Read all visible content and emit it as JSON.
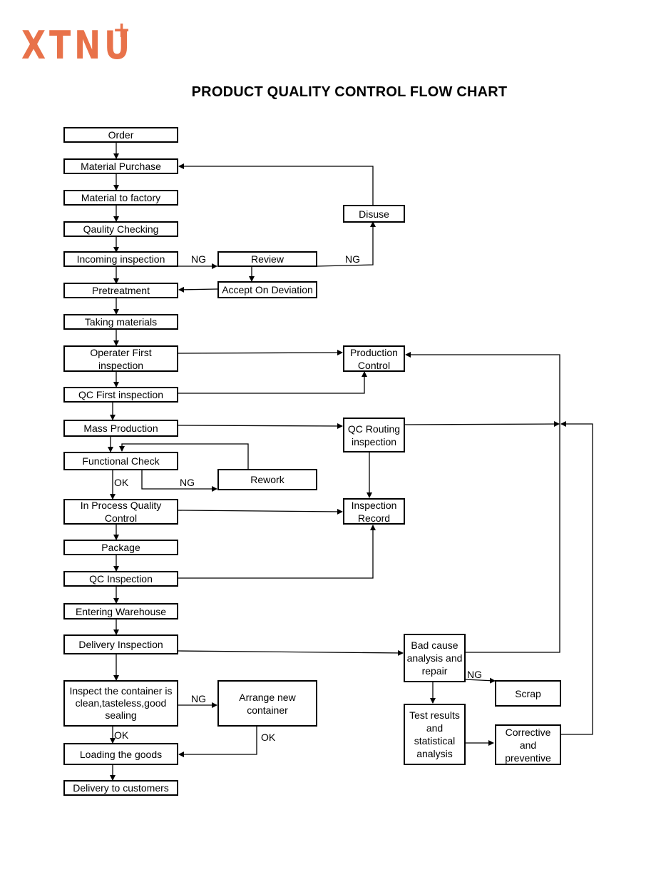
{
  "logo": {
    "text": "XTNU",
    "plus": "+"
  },
  "title": "PRODUCT QUALITY CONTROL FLOW CHART",
  "boxes": {
    "order": "Order",
    "material_purchase": "Material Purchase",
    "material_to_factory": "Material to factory",
    "qaulity_checking": "Qaulity Checking",
    "incoming_inspection": "Incoming inspection",
    "review": "Review",
    "disuse": "Disuse",
    "pretreatment": "Pretreatment",
    "accept_on_deviation": "Accept On Deviation",
    "taking_materials": "Taking materials",
    "operater_first_inspection": "Operater First inspection",
    "production_control": "Production Control",
    "qc_first_inspection": "QC First inspection",
    "mass_production": "Mass Production",
    "qc_routing_inspection": "QC Routing inspection",
    "functional_check": "Functional Check",
    "rework": "Rework",
    "in_process_quality_control": "In Process Quality Control",
    "inspection_record": "Inspection Record",
    "package": "Package",
    "qc_inspection": "QC Inspection",
    "entering_warehouse": "Entering Warehouse",
    "delivery_inspection": "Delivery Inspection",
    "bad_cause": "Bad cause analysis and repair",
    "scrap": "Scrap",
    "inspect_container": "Inspect the container is clean,tasteless,good sealing",
    "arrange_new_container": "Arrange new container",
    "test_results": "Test results and statistical analysis",
    "corrective_preventive": "Corrective and preventive",
    "loading_goods": "Loading the goods",
    "delivery_to_customers": "Delivery to customers"
  },
  "labels": {
    "ng_incoming_review": "NG",
    "ng_review_disuse": "NG",
    "ok_functional": "OK",
    "ng_functional": "NG",
    "ng_bad_scrap": "NG",
    "ng_container": "NG",
    "ok_container": "OK",
    "ok_new_container": "OK"
  },
  "colors": {
    "brand": "#e8724a",
    "line": "#000000"
  }
}
